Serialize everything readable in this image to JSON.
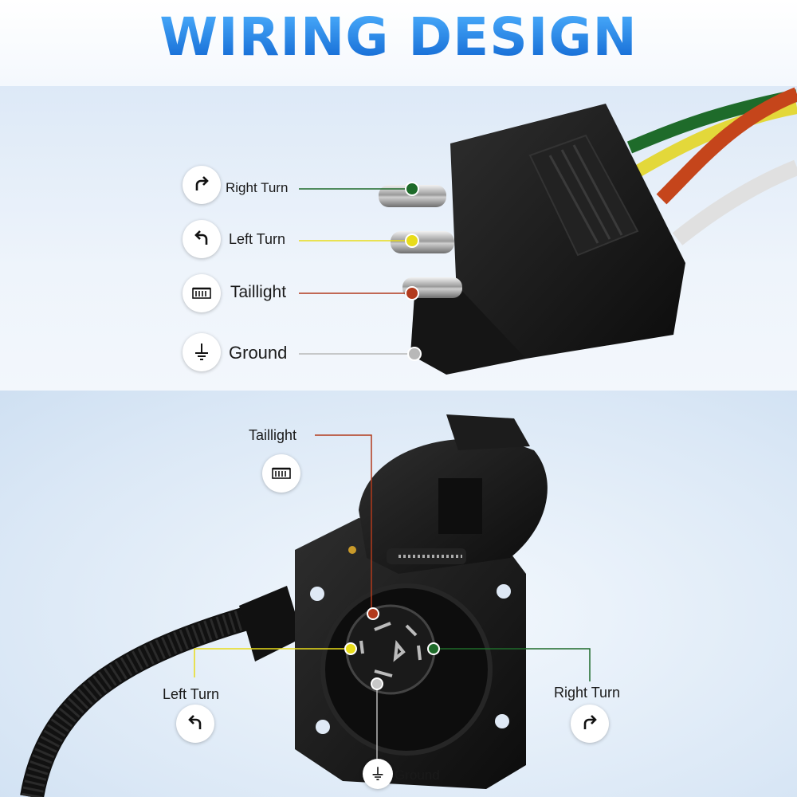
{
  "title": "WIRING DESIGN",
  "top_panel": {
    "right_turn": "Right Turn",
    "left_turn": "Left Turn",
    "taillight": "Taillight",
    "ground": "Ground"
  },
  "bottom_panel": {
    "taillight": "Taillight",
    "left_turn": "Left Turn",
    "right_turn": "Right Turn",
    "ground": "Ground"
  },
  "colors": {
    "title": "#1f7fe0",
    "right_turn_wire": "#1e6b2a",
    "left_turn_wire": "#e8dc1a",
    "taillight_wire": "#b23a1c",
    "ground_wire": "#b8b8b8"
  },
  "icons": [
    "right-turn-icon",
    "left-turn-icon",
    "taillight-icon",
    "ground-icon"
  ]
}
